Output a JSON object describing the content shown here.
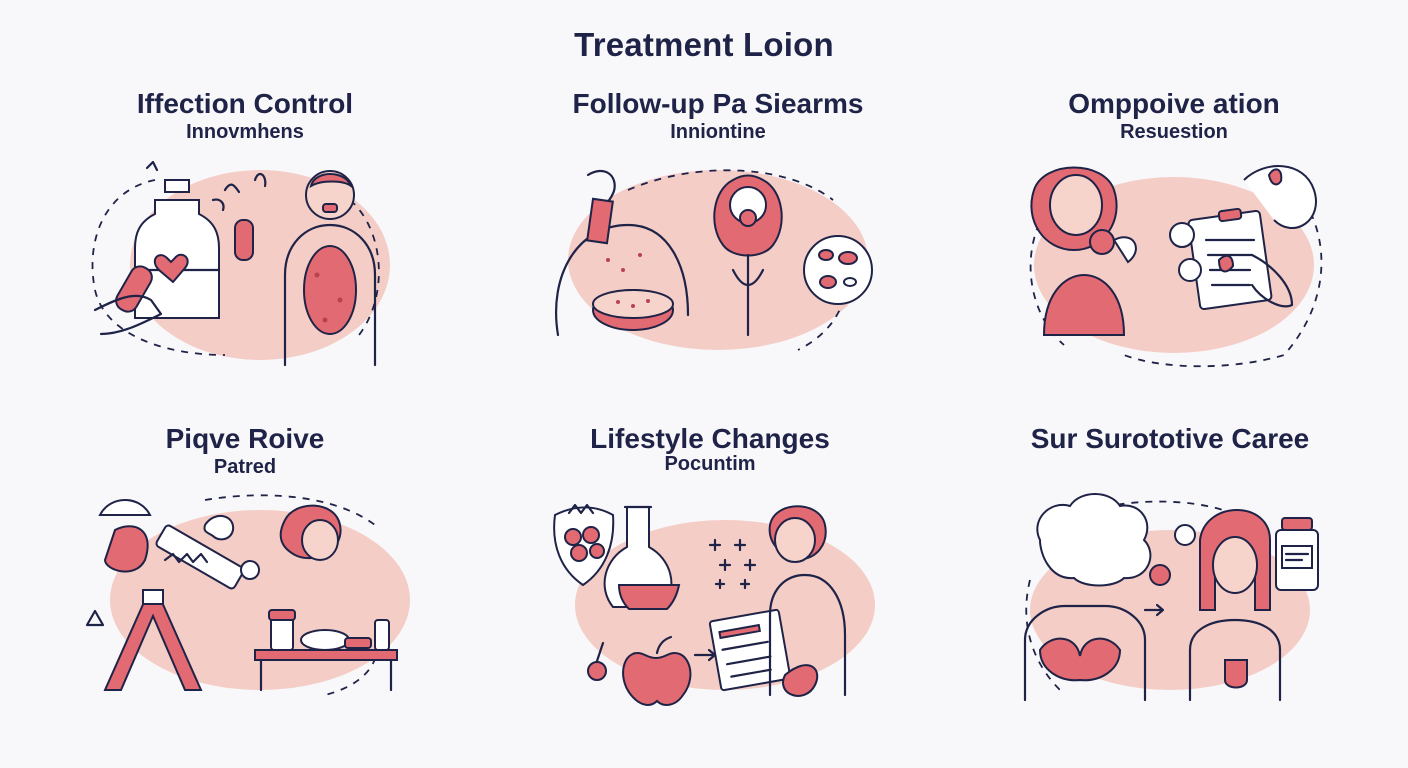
{
  "title": "Treatment Loion",
  "panels": [
    {
      "title": "Iffection Control",
      "subtitle": "Innovmhens"
    },
    {
      "title": "Follow-up Pa Siearms",
      "subtitle": "Inniontine"
    },
    {
      "title": "Omppoive ation",
      "subtitle": "Resuestion"
    },
    {
      "title": "Piqve Roive",
      "subtitle": "Patred"
    },
    {
      "title": "Lifestyle Changes",
      "subtitle": "Pocuntim"
    },
    {
      "title": "Sur Surototive Caree",
      "subtitle": ""
    }
  ],
  "colors": {
    "ink": "#1f2347",
    "accent": "#e26a72",
    "blush": "#f3c6bd",
    "background": "#f8f8fa"
  }
}
